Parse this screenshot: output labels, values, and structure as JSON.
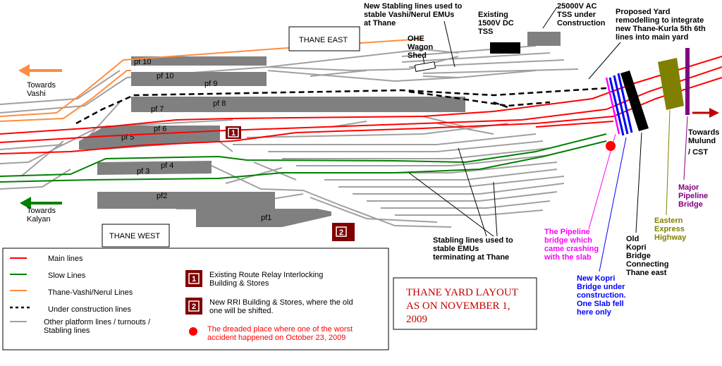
{
  "title": [
    "THANE YARD LAYOUT",
    "AS ON NOVEMBER 1,",
    "2009"
  ],
  "areas": {
    "thane_east": "THANE EAST",
    "thane_west": "THANE WEST"
  },
  "directions": {
    "vashi": [
      "Towards",
      "Vashi"
    ],
    "kalyan": [
      "Towards",
      "Kalyan"
    ],
    "mulund": [
      "Towards",
      "Mulund",
      "/ CST"
    ]
  },
  "platforms": {
    "pf10a": "pf 10",
    "pf10b": "pf 10",
    "pf9": "pf 9",
    "pf8": "pf 8",
    "pf7": "pf 7",
    "pf6": "pf 6",
    "pf5": "pf 5",
    "pf4": "pf 4",
    "pf3": "pf 3",
    "pf2": "pf2",
    "pf1": "pf1"
  },
  "annotations": {
    "new_stabling": [
      "New Stabling lines used to",
      "stable Vashi/Nerul EMUs",
      "at Thane"
    ],
    "ohe_shed": [
      "OHE",
      "Wagon",
      "Shed"
    ],
    "dc_tss": [
      "Existing",
      "1500V DC",
      "TSS"
    ],
    "ac_tss": [
      "25000V AC",
      "TSS under",
      "Construction"
    ],
    "proposed_yard": [
      "Proposed Yard",
      "remodelling to integrate",
      "new Thane-Kurla 5th 6th",
      "lines into main yard"
    ],
    "stabling_emus": [
      "Stabling lines used to",
      "stable EMUs",
      "terminating at Thane"
    ],
    "pipeline_crash": [
      "The Pipeline",
      "bridge which",
      "came crashing",
      "with the slab"
    ],
    "old_kopri": [
      "Old",
      "Kopri",
      "Bridge",
      "Connecting",
      "Thane east"
    ],
    "new_kopri": [
      "New Kopri",
      "Bridge under",
      "construction.",
      "One Slab fell",
      "here only"
    ],
    "eastern_express": [
      "Eastern",
      "Express",
      "Highway"
    ],
    "major_pipeline": [
      "Major",
      "Pipeline",
      "Bridge"
    ]
  },
  "legend": {
    "main": "Main lines",
    "slow": "Slow Lines",
    "vashi": "Thane-Vashi/Nerul Lines",
    "under_construction": "Under construction lines",
    "other": [
      "Other platform lines / turnouts /",
      "Stabling lines"
    ],
    "rri_existing": [
      "Existing Route Relay Interlocking",
      "Building & Stores"
    ],
    "rri_new": [
      "New RRI Building & Stores, where the old",
      "one will be shifted."
    ],
    "accident": [
      "The dreaded place where one of the worst",
      "accident happened on October 23, 2009"
    ],
    "num1": "1",
    "num2": "2"
  },
  "colors": {
    "main": "#ff0000",
    "slow": "#008000",
    "vashi": "#ff8c40",
    "other": "#a0a0a0",
    "platform": "#808080",
    "building": "#800000",
    "pink": "#ff00ff",
    "blue": "#0000ff",
    "olive": "#808000",
    "purple": "#800080",
    "title": "#c00000"
  }
}
